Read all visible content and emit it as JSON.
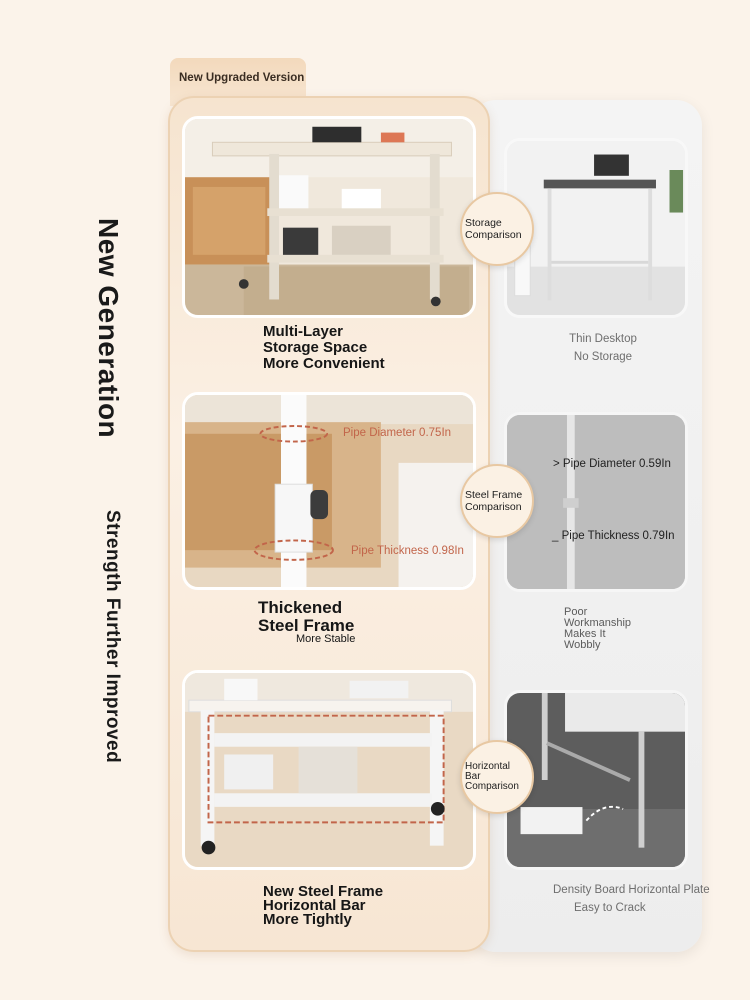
{
  "side_titles": {
    "main": "New Generation",
    "sub": "Strength Further Improved"
  },
  "badge": "New Upgraded Version",
  "sections": [
    {
      "left_caption": [
        "Multi-Layer",
        "Storage Space",
        "More Convenient"
      ],
      "comparison": [
        "Storage",
        "Comparison"
      ],
      "right_caption": [
        "Thin Desktop",
        "No Storage"
      ]
    },
    {
      "left_caption": [
        "Thickened",
        "Steel Frame"
      ],
      "left_caption_small": "More Stable",
      "comparison": [
        "Steel Frame",
        "Comparison"
      ],
      "left_labels": [
        "Pipe Diameter 0.75In",
        "Pipe Thickness 0.98In"
      ],
      "right_labels": [
        "> Pipe Diameter 0.59In",
        "_ Pipe Thickness 0.79In"
      ],
      "right_caption": [
        "Poor",
        "Workmanship",
        "Makes It",
        "Wobbly"
      ]
    },
    {
      "left_caption": [
        "New Steel Frame",
        "Horizontal Bar",
        "More Tightly"
      ],
      "comparison": [
        "Horizontal",
        "Bar",
        "Comparison"
      ],
      "right_caption": [
        "Density Board Horizontal Plate",
        "Easy to Crack"
      ]
    }
  ],
  "colors": {
    "background": "#fbf3ea",
    "left_panel": "#f6e4cf",
    "right_panel": "#eeeeee",
    "accent_orange": "#c2654a",
    "circle_border": "#e8c8a2"
  }
}
